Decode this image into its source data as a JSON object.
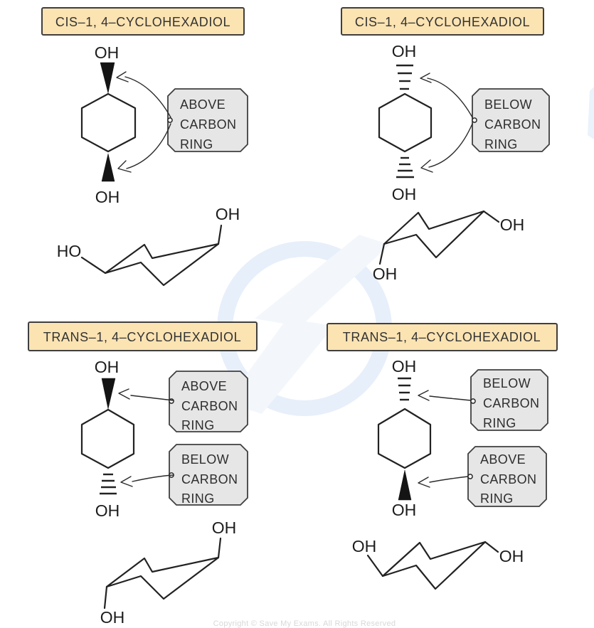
{
  "colors": {
    "title_box_fill": "#fbe3b2",
    "callout_box_fill": "#e6e6e6",
    "ink": "#222222",
    "watermark_ring": "#e7effa",
    "watermark_bolt": "#f3f7fb"
  },
  "panels": [
    {
      "id": "cis-both-above",
      "title": "CIS–1, 4–CYCLOHEXADIOL",
      "oh_top": "OH",
      "oh_bottom": "OH",
      "callouts": [
        {
          "line1": "ABOVE",
          "line2": "CARBON",
          "line3": "RING"
        }
      ],
      "chair": {
        "left_label": "HO",
        "right_label": "OH"
      }
    },
    {
      "id": "cis-both-below",
      "title": "CIS–1, 4–CYCLOHEXADIOL",
      "oh_top": "OH",
      "oh_bottom": "OH",
      "callouts": [
        {
          "line1": "BELOW",
          "line2": "CARBON",
          "line3": "RING"
        }
      ],
      "chair": {
        "right_label": "OH",
        "bottom_label": "OH"
      }
    },
    {
      "id": "trans-above-below",
      "title": "TRANS–1, 4–CYCLOHEXADIOL",
      "oh_top": "OH",
      "oh_bottom": "OH",
      "callouts": [
        {
          "line1": "ABOVE",
          "line2": "CARBON",
          "line3": "RING"
        },
        {
          "line1": "BELOW",
          "line2": "CARBON",
          "line3": "RING"
        }
      ],
      "chair": {
        "top_label": "OH",
        "bottom_label": "OH"
      }
    },
    {
      "id": "trans-below-above",
      "title": "TRANS–1, 4–CYCLOHEXADIOL",
      "oh_top": "OH",
      "oh_bottom": "OH",
      "callouts": [
        {
          "line1": "BELOW",
          "line2": "CARBON",
          "line3": "RING"
        },
        {
          "line1": "ABOVE",
          "line2": "CARBON",
          "line3": "RING"
        }
      ],
      "chair": {
        "left_label": "OH",
        "right_label": "OH"
      }
    }
  ],
  "footer": {
    "copyright": "Copyright © Save My Exams. All Rights Reserved"
  }
}
